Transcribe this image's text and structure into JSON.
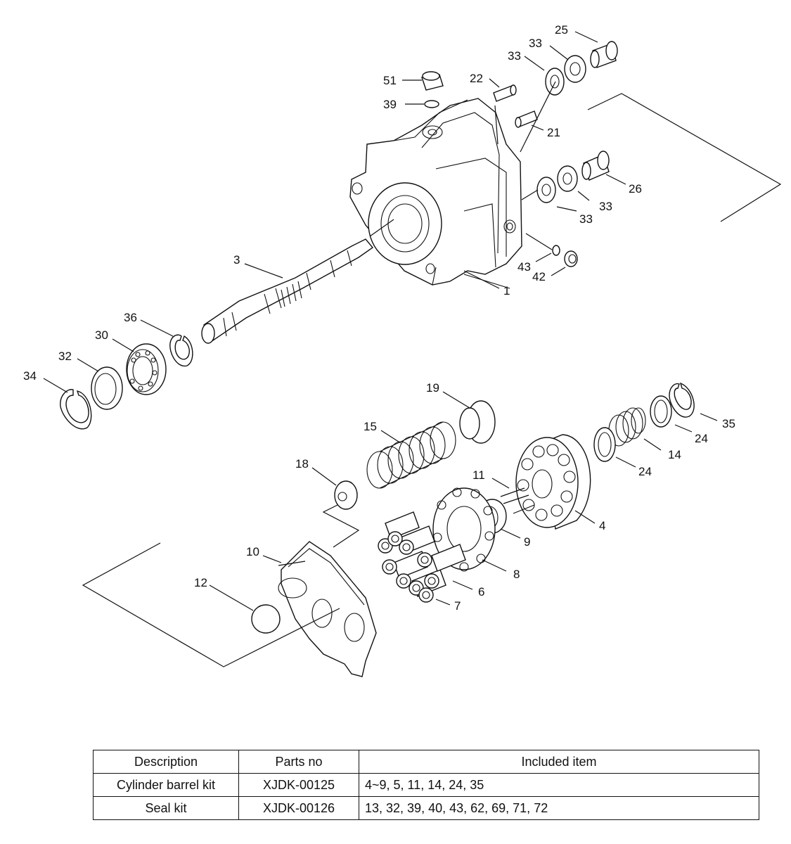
{
  "callouts": [
    "25",
    "33",
    "33",
    "51",
    "22",
    "39",
    "21",
    "26",
    "33",
    "33",
    "43",
    "42",
    "1",
    "3",
    "36",
    "30",
    "32",
    "34",
    "19",
    "15",
    "35",
    "24",
    "18",
    "24",
    "14",
    "11",
    "4",
    "9",
    "10",
    "8",
    "12",
    "6",
    "7"
  ],
  "table": {
    "headers": [
      "Description",
      "Parts no",
      "Included item"
    ],
    "rows": [
      [
        "Cylinder barrel kit",
        "XJDK-00125",
        "4~9, 5, 11, 14, 24, 35"
      ],
      [
        "Seal kit",
        "XJDK-00126",
        "13, 32, 39, 40, 43, 62, 69, 71, 72"
      ]
    ]
  }
}
